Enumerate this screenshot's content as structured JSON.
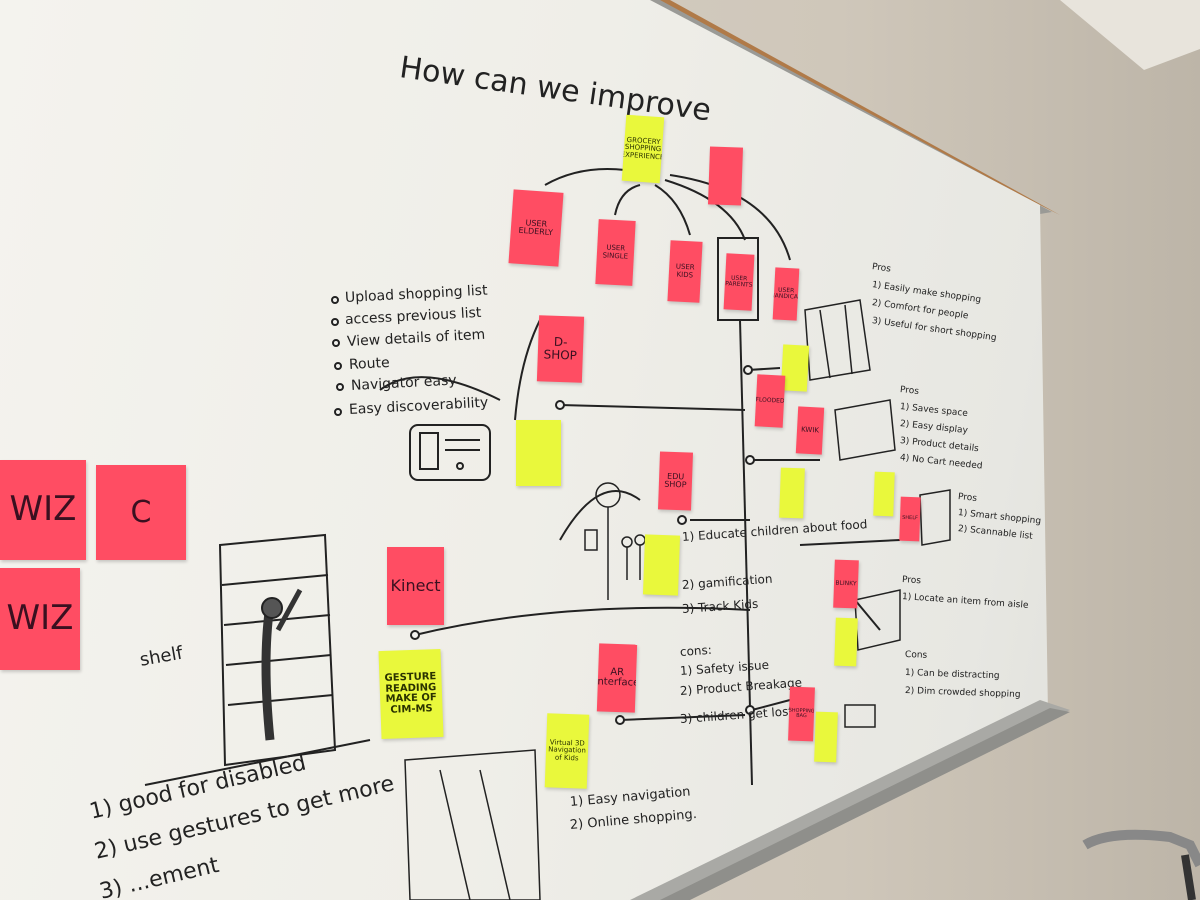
{
  "title": "How can we improve",
  "left_notes": {
    "list": [
      "Upload shopping list",
      "access previous list",
      "View details of item",
      "Route",
      "Navigator easy",
      "Easy discoverability"
    ],
    "shelf_label": "shelf",
    "bottom": [
      "1) good for disabled",
      "2) use gestures to get more",
      "3) ...ement"
    ]
  },
  "stickies": {
    "wiz_1": "WIZ",
    "c": "C",
    "wiz_2": "WIZ",
    "grocery": "GROCERY SHOPPING EXPERIENCE",
    "user_elderly": "USER ELDERLY",
    "user_single": "USER SINGLE",
    "user_kids": "USER KIDS",
    "user_parents": "USER PARENTS",
    "user_handicapped": "USER HANDICAP",
    "d_shop": "D-SHOP",
    "edu_shop": "EDU SHOP",
    "kinect": "Kinect",
    "gesture": "GESTURE READING MAKE OF CIM-MS",
    "ar": "AR Interface",
    "virtual": "Virtual 3D Navigation of Kids",
    "flooded": "FLOODED",
    "kwik": "KWIK",
    "shelf": "SHELF",
    "blinky": "BLINKY",
    "shopping_bag": "SHOPPING BAG"
  },
  "center_notes": {
    "edu": [
      "1) Educate children about food",
      "2) gamification",
      "3) Track Kids"
    ],
    "cons": [
      "cons:",
      "1) Safety issue",
      "2) Product Breakage",
      "3) children get lost."
    ],
    "ar": [
      "1) Easy navigation",
      "2) Online shopping."
    ]
  },
  "right_notes": {
    "pros_a": [
      "Pros",
      "1) Easily make shopping",
      "2) Comfort for people",
      "3) Useful for short shopping"
    ],
    "pros_b": [
      "Pros",
      "1) Saves space",
      "2) Easy display",
      "3) Product details",
      "4) No Cart needed"
    ],
    "pros_c": [
      "Pros",
      "1) Smart shopping",
      "2) Scannable list"
    ],
    "pros_d": [
      "Pros",
      "1) Locate an item from aisle"
    ],
    "cons_d": [
      "Cons",
      "1) Can be distracting",
      "2) Dim crowded shopping"
    ]
  }
}
